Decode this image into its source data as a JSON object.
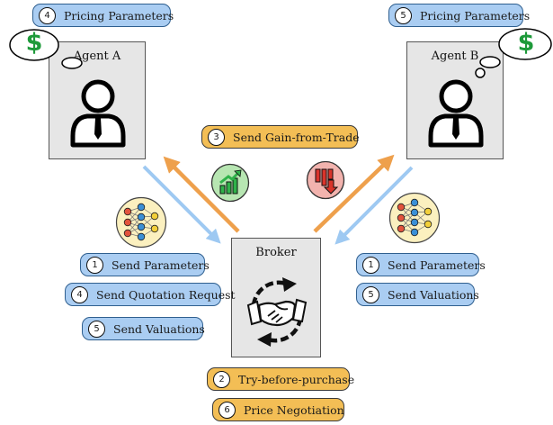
{
  "agent_a": {
    "title": "Agent A",
    "pricing_step": "4",
    "pricing_label": "Pricing Parameters",
    "bubble_icon": "dollar-sign"
  },
  "agent_b": {
    "title": "Agent B",
    "pricing_step": "5",
    "pricing_label": "Pricing Parameters",
    "bubble_icon": "dollar-sign"
  },
  "broker": {
    "title": "Broker",
    "icon": "handshake-cycle"
  },
  "center": {
    "step": "3",
    "label": "Send Gain-from-Trade",
    "icon_up": "chart-up",
    "icon_down": "chart-down"
  },
  "left_steps": [
    {
      "step": "1",
      "label": "Send Parameters"
    },
    {
      "step": "4",
      "label": "Send Quotation Request"
    },
    {
      "step": "5",
      "label": "Send Valuations"
    }
  ],
  "right_steps": [
    {
      "step": "1",
      "label": "Send Parameters"
    },
    {
      "step": "5",
      "label": "Send Valuations"
    }
  ],
  "bottom_steps": [
    {
      "step": "2",
      "label": "Try-before-purchase"
    },
    {
      "step": "6",
      "label": "Price Negotiation"
    }
  ],
  "colors": {
    "blue_fill": "#aacdf2",
    "orange_fill": "#f3be55",
    "blue_arrow": "#9ec9f2",
    "orange_arrow": "#eea04c",
    "dollar_green": "#1e9a3a"
  }
}
